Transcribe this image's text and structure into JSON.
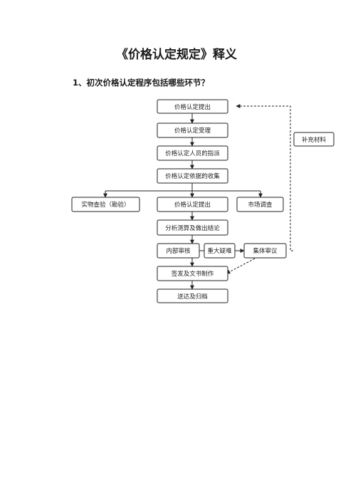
{
  "page": {
    "title": "《价格认定规定》释义",
    "question": "1、初次价格认定程序包括哪些环节？"
  },
  "flowchart": {
    "nodes": {
      "propose_top": "价格认定提出",
      "accept": "价格认定受理",
      "assign": "价格认定人员的指派",
      "collect": "价格认定依据的收集",
      "inspect": "实物查验（勘验）",
      "propose_mid": "价格认定提出",
      "market": "市场调查",
      "analyze": "分析测算及做出结论",
      "internal_review": "内部审核",
      "major_doubt": "重大疑难",
      "collective_review": "集体审议",
      "sign_issue": "签发及文书制作",
      "deliver_archive": "送达及归档",
      "supplement": "补充材料"
    }
  }
}
